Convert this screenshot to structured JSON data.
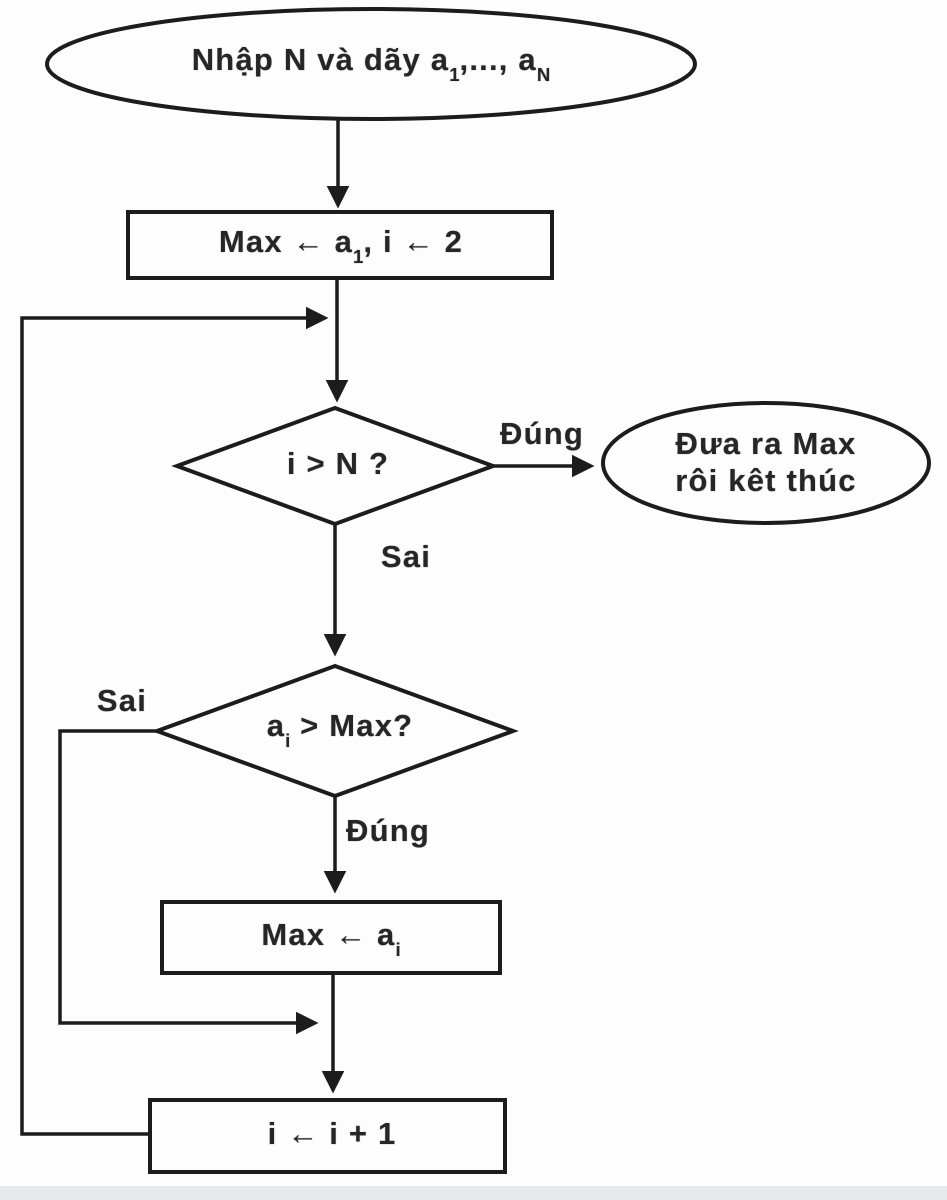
{
  "diagram": {
    "type": "flowchart",
    "language": "vi",
    "nodes": {
      "start": {
        "pre": "Nhập N và dãy a",
        "sub1": "1",
        "mid": ",..., a",
        "sub2": "N"
      },
      "init": {
        "pre": "Max ← a",
        "sub": "1",
        "post": ", i ← 2"
      },
      "decision1": {
        "label": "i > N ?"
      },
      "end": {
        "line1": "Đưa ra Max",
        "line2": "rôi kêt thúc"
      },
      "decision2": {
        "pre": "a",
        "sub": "i",
        "post": " > Max?"
      },
      "assign": {
        "pre": "Max ← a",
        "sub": "i"
      },
      "increment": {
        "label": "i ← i + 1"
      }
    },
    "edge_labels": {
      "decision1_true": "Đúng",
      "decision1_false": "Sai",
      "decision2_false": "Sai",
      "decision2_true": "Đúng"
    },
    "colors": {
      "line": "#1c1c1c",
      "text": "#262626",
      "background": "#fdfdfd",
      "bottom_strip": "#e7eaed"
    }
  }
}
